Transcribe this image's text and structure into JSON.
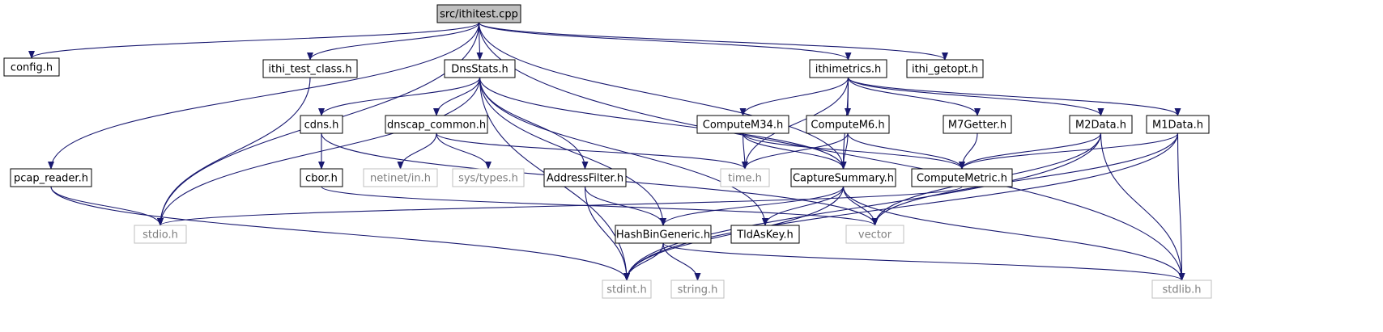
{
  "diagram": {
    "type": "include-dependency-graph",
    "edge_color": "#191970",
    "root_fill": "#bfbfbf",
    "system_border": "#bfbfbf",
    "system_text": "#7f7f7f",
    "nodes": [
      {
        "id": "root",
        "label": "src/ithitest.cpp",
        "kind": "root"
      },
      {
        "id": "config",
        "label": "config.h",
        "kind": "normal"
      },
      {
        "id": "ithi_test_class",
        "label": "ithi_test_class.h",
        "kind": "normal"
      },
      {
        "id": "dnsstats",
        "label": "DnsStats.h",
        "kind": "normal"
      },
      {
        "id": "ithimetrics",
        "label": "ithimetrics.h",
        "kind": "normal"
      },
      {
        "id": "ithi_getopt",
        "label": "ithi_getopt.h",
        "kind": "normal"
      },
      {
        "id": "pcap_reader",
        "label": "pcap_reader.h",
        "kind": "normal"
      },
      {
        "id": "cdns",
        "label": "cdns.h",
        "kind": "normal"
      },
      {
        "id": "dnscap_common",
        "label": "dnscap_common.h",
        "kind": "normal"
      },
      {
        "id": "cbor",
        "label": "cbor.h",
        "kind": "normal"
      },
      {
        "id": "netinet_in",
        "label": "netinet/in.h",
        "kind": "system"
      },
      {
        "id": "sys_types",
        "label": "sys/types.h",
        "kind": "system"
      },
      {
        "id": "addressfilter",
        "label": "AddressFilter.h",
        "kind": "normal"
      },
      {
        "id": "computem34",
        "label": "ComputeM34.h",
        "kind": "normal"
      },
      {
        "id": "computem6",
        "label": "ComputeM6.h",
        "kind": "normal"
      },
      {
        "id": "m7getter",
        "label": "M7Getter.h",
        "kind": "normal"
      },
      {
        "id": "m2data",
        "label": "M2Data.h",
        "kind": "normal"
      },
      {
        "id": "m1data",
        "label": "M1Data.h",
        "kind": "normal"
      },
      {
        "id": "time",
        "label": "time.h",
        "kind": "system"
      },
      {
        "id": "capturesummary",
        "label": "CaptureSummary.h",
        "kind": "normal"
      },
      {
        "id": "computemetric",
        "label": "ComputeMetric.h",
        "kind": "normal"
      },
      {
        "id": "stdio",
        "label": "stdio.h",
        "kind": "system"
      },
      {
        "id": "hashbingeneric",
        "label": "HashBinGeneric.h",
        "kind": "normal"
      },
      {
        "id": "tldaskey",
        "label": "TldAsKey.h",
        "kind": "normal"
      },
      {
        "id": "vector",
        "label": "vector",
        "kind": "system"
      },
      {
        "id": "stdint",
        "label": "stdint.h",
        "kind": "system"
      },
      {
        "id": "string",
        "label": "string.h",
        "kind": "system"
      },
      {
        "id": "stdlib",
        "label": "stdlib.h",
        "kind": "system"
      }
    ],
    "edges": [
      [
        "root",
        "config"
      ],
      [
        "root",
        "ithi_test_class"
      ],
      [
        "root",
        "dnsstats"
      ],
      [
        "root",
        "ithimetrics"
      ],
      [
        "root",
        "ithi_getopt"
      ],
      [
        "root",
        "pcap_reader"
      ],
      [
        "root",
        "stdio"
      ],
      [
        "root",
        "capturesummary"
      ],
      [
        "root",
        "stdlib"
      ],
      [
        "ithi_test_class",
        "stdio"
      ],
      [
        "pcap_reader",
        "stdio"
      ],
      [
        "pcap_reader",
        "stdint"
      ],
      [
        "dnsstats",
        "stdio"
      ],
      [
        "dnsstats",
        "cdns"
      ],
      [
        "dnsstats",
        "dnscap_common"
      ],
      [
        "dnsstats",
        "addressfilter"
      ],
      [
        "dnsstats",
        "hashbingeneric"
      ],
      [
        "dnsstats",
        "tldaskey"
      ],
      [
        "dnsstats",
        "capturesummary"
      ],
      [
        "dnsstats",
        "stdint"
      ],
      [
        "cdns",
        "cbor"
      ],
      [
        "cdns",
        "vector"
      ],
      [
        "cbor",
        "vector"
      ],
      [
        "dnscap_common",
        "netinet_in"
      ],
      [
        "dnscap_common",
        "sys_types"
      ],
      [
        "dnscap_common",
        "time"
      ],
      [
        "addressfilter",
        "hashbingeneric"
      ],
      [
        "addressfilter",
        "stdint"
      ],
      [
        "ithimetrics",
        "time"
      ],
      [
        "ithimetrics",
        "computem34"
      ],
      [
        "ithimetrics",
        "computem6"
      ],
      [
        "ithimetrics",
        "m7getter"
      ],
      [
        "ithimetrics",
        "m2data"
      ],
      [
        "ithimetrics",
        "m1data"
      ],
      [
        "ithimetrics",
        "capturesummary"
      ],
      [
        "computem34",
        "time"
      ],
      [
        "computem34",
        "capturesummary"
      ],
      [
        "computem34",
        "computemetric"
      ],
      [
        "computem6",
        "time"
      ],
      [
        "computem6",
        "capturesummary"
      ],
      [
        "computem6",
        "computemetric"
      ],
      [
        "m7getter",
        "computemetric"
      ],
      [
        "m2data",
        "computemetric"
      ],
      [
        "m2data",
        "vector"
      ],
      [
        "m2data",
        "stdint"
      ],
      [
        "m2data",
        "stdlib"
      ],
      [
        "m1data",
        "computemetric"
      ],
      [
        "m1data",
        "vector"
      ],
      [
        "m1data",
        "stdint"
      ],
      [
        "m1data",
        "stdlib"
      ],
      [
        "computemetric",
        "stdio"
      ],
      [
        "capturesummary",
        "hashbingeneric"
      ],
      [
        "capturesummary",
        "tldaskey"
      ],
      [
        "capturesummary",
        "vector"
      ],
      [
        "capturesummary",
        "stdint"
      ],
      [
        "capturesummary",
        "stdlib"
      ],
      [
        "hashbingeneric",
        "stdint"
      ],
      [
        "hashbingeneric",
        "string"
      ],
      [
        "hashbingeneric",
        "stdlib"
      ]
    ]
  }
}
